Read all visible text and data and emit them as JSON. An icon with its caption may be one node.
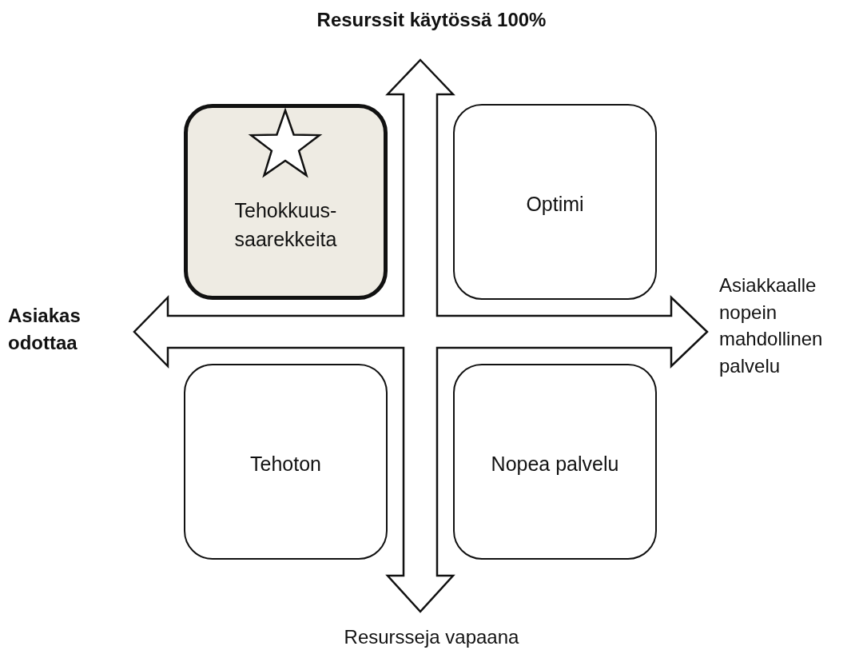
{
  "diagram": {
    "nodes": [
      {
        "text": [
          "Tehokkuus- saarekkeita"
        ]
      },
      {
        "text": [
          "Optimi"
        ]
      },
      {
        "text": [
          "Tehoton"
        ]
      },
      {
        "text": [
          "Nopea palvelu"
        ]
      }
    ],
    "labels": [
      "Resurssit käytössä 100%",
      "Asiakas odottaa",
      "Asiakkaalle nopein mahdollinen palvelu",
      "Resursseja vapaana"
    ]
  }
}
